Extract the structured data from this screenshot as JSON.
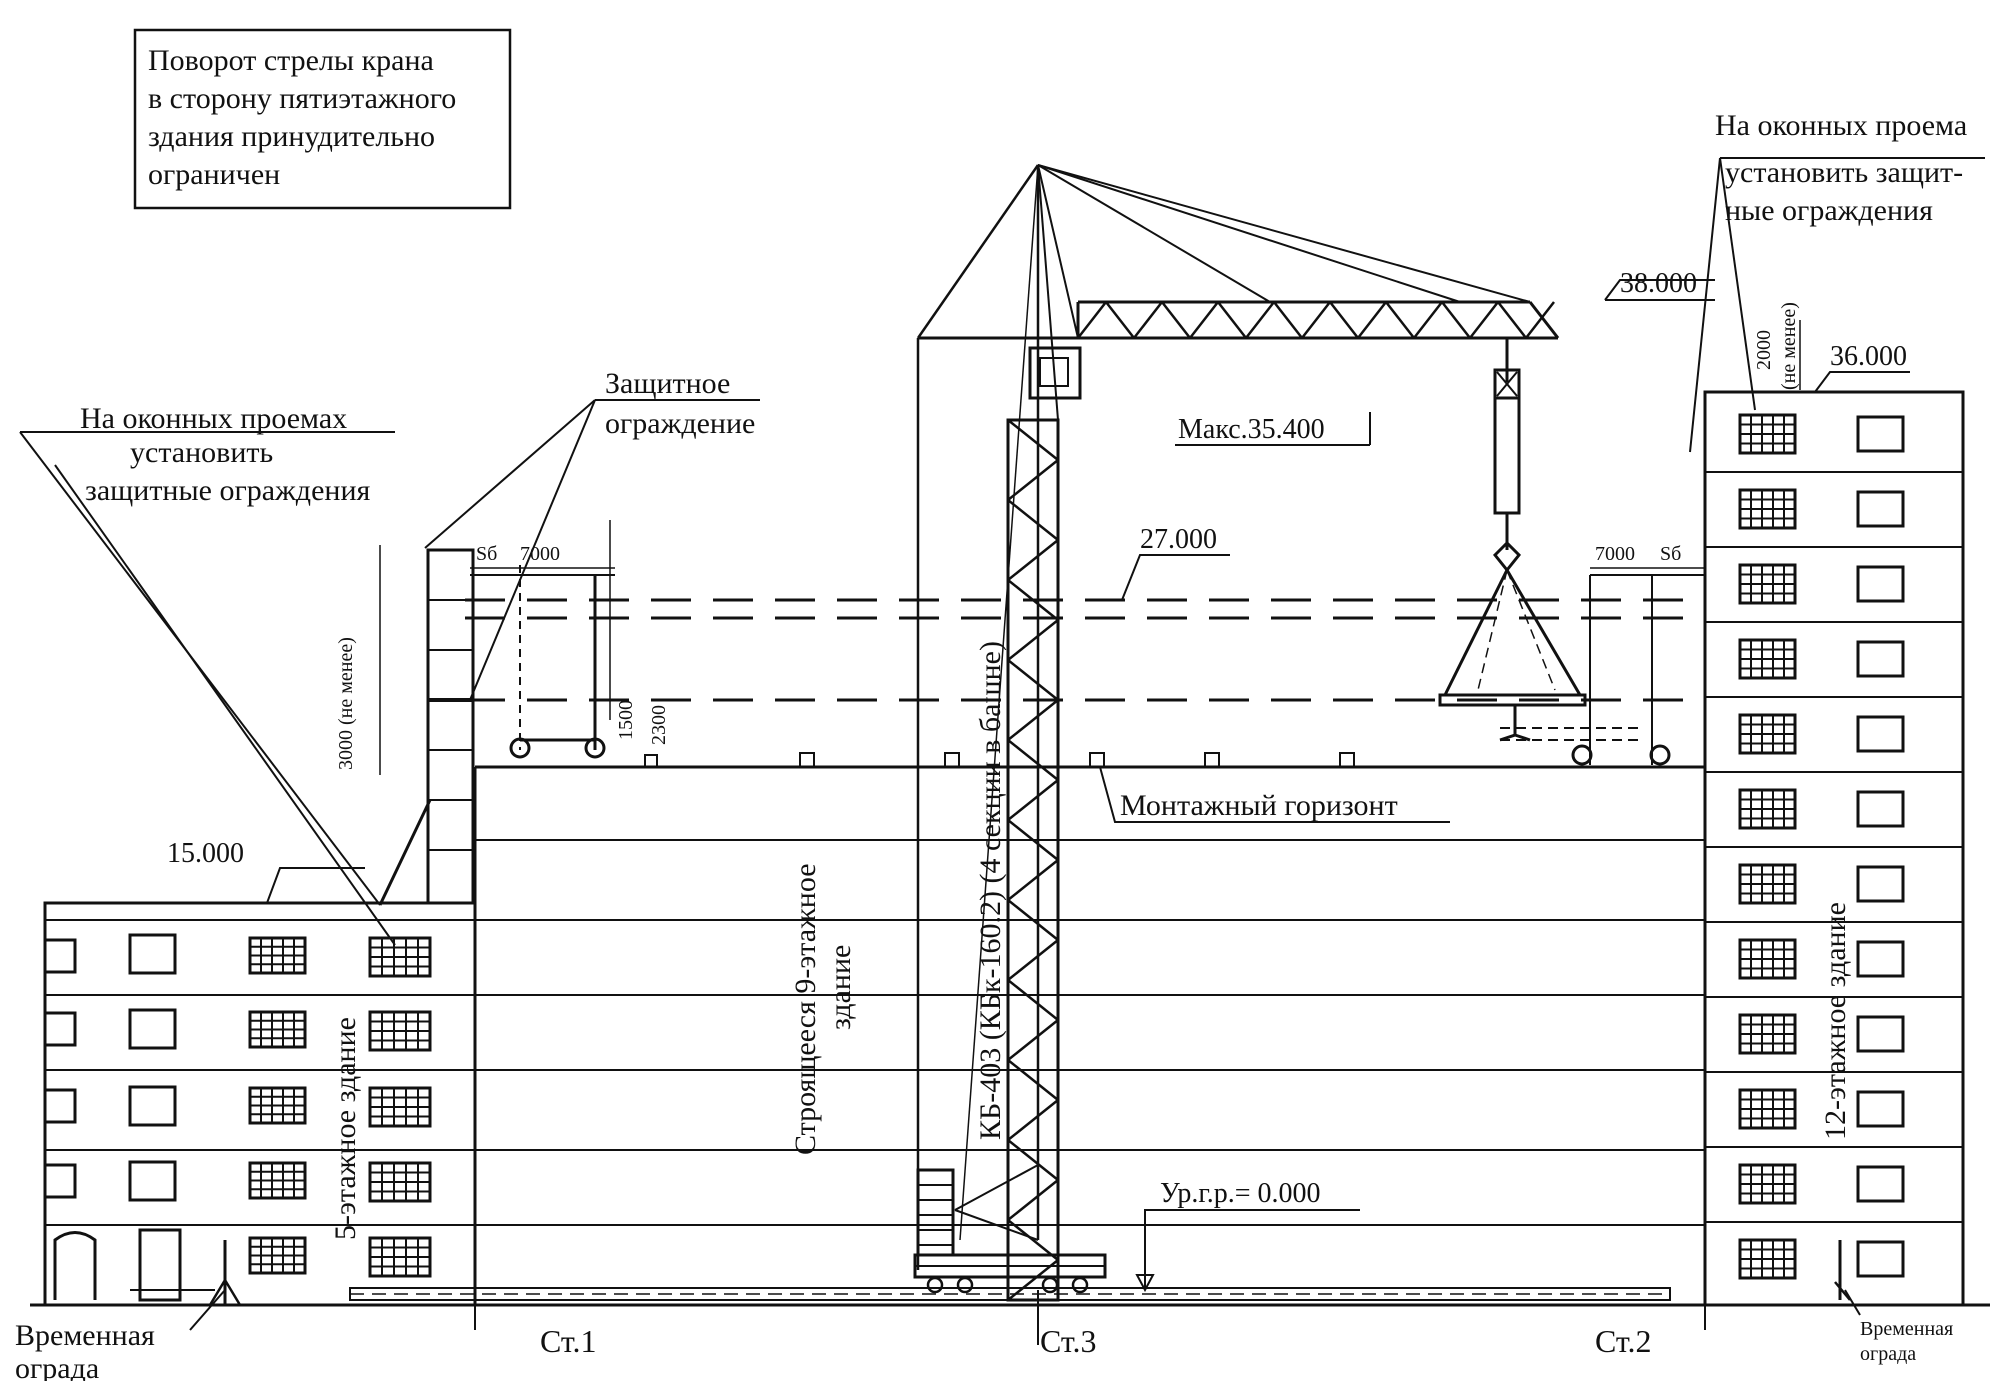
{
  "notes": {
    "crane_rotation_lines": [
      "Поворот стрелы крана",
      "в сторону пятиэтажного",
      "здания принудительно",
      "ограничен"
    ],
    "windows_right_lines": [
      "На оконных проема",
      "установить защит-",
      "ные ограждения"
    ],
    "windows_left_lines": [
      "На оконных проемах",
      "установить",
      "защитные ограждения"
    ],
    "protective_fence_lines": [
      "Защитное",
      "ограждение"
    ],
    "temp_fence_left_lines": [
      "Временная",
      "ограда"
    ],
    "temp_fence_right_lines": [
      "Временная",
      "ограда"
    ]
  },
  "levels": {
    "top_38": "38.000",
    "top_36": "36.000",
    "max_hook": "Макс.35.400",
    "level_27": "27.000",
    "level_15": "15.000",
    "mounting_horizon": "Монтажный горизонт",
    "ground_level": "Ур.г.р.= 0.000"
  },
  "dimensions": {
    "dist_7000_left": "7000",
    "dist_7000_right": "7000",
    "s_b_left": "Sб",
    "s_b_right": "Sб",
    "height_3000": "3000 (не менее)",
    "height_2000": "2000",
    "not_less": "(не менее)",
    "small_1500": "1500",
    "small_2300": "2300"
  },
  "buildings": {
    "five_storey": "5-этажное здание",
    "nine_storey_lines": [
      "Строящееся 9-этажное",
      "здание"
    ],
    "twelve_storey": "12-этажное здание",
    "crane_name": "КБ-403 (КБк-160.2) (4 секции в башне)"
  },
  "axes": {
    "st1": "Ст.1",
    "st3": "Ст.3",
    "st2": "Ст.2"
  }
}
